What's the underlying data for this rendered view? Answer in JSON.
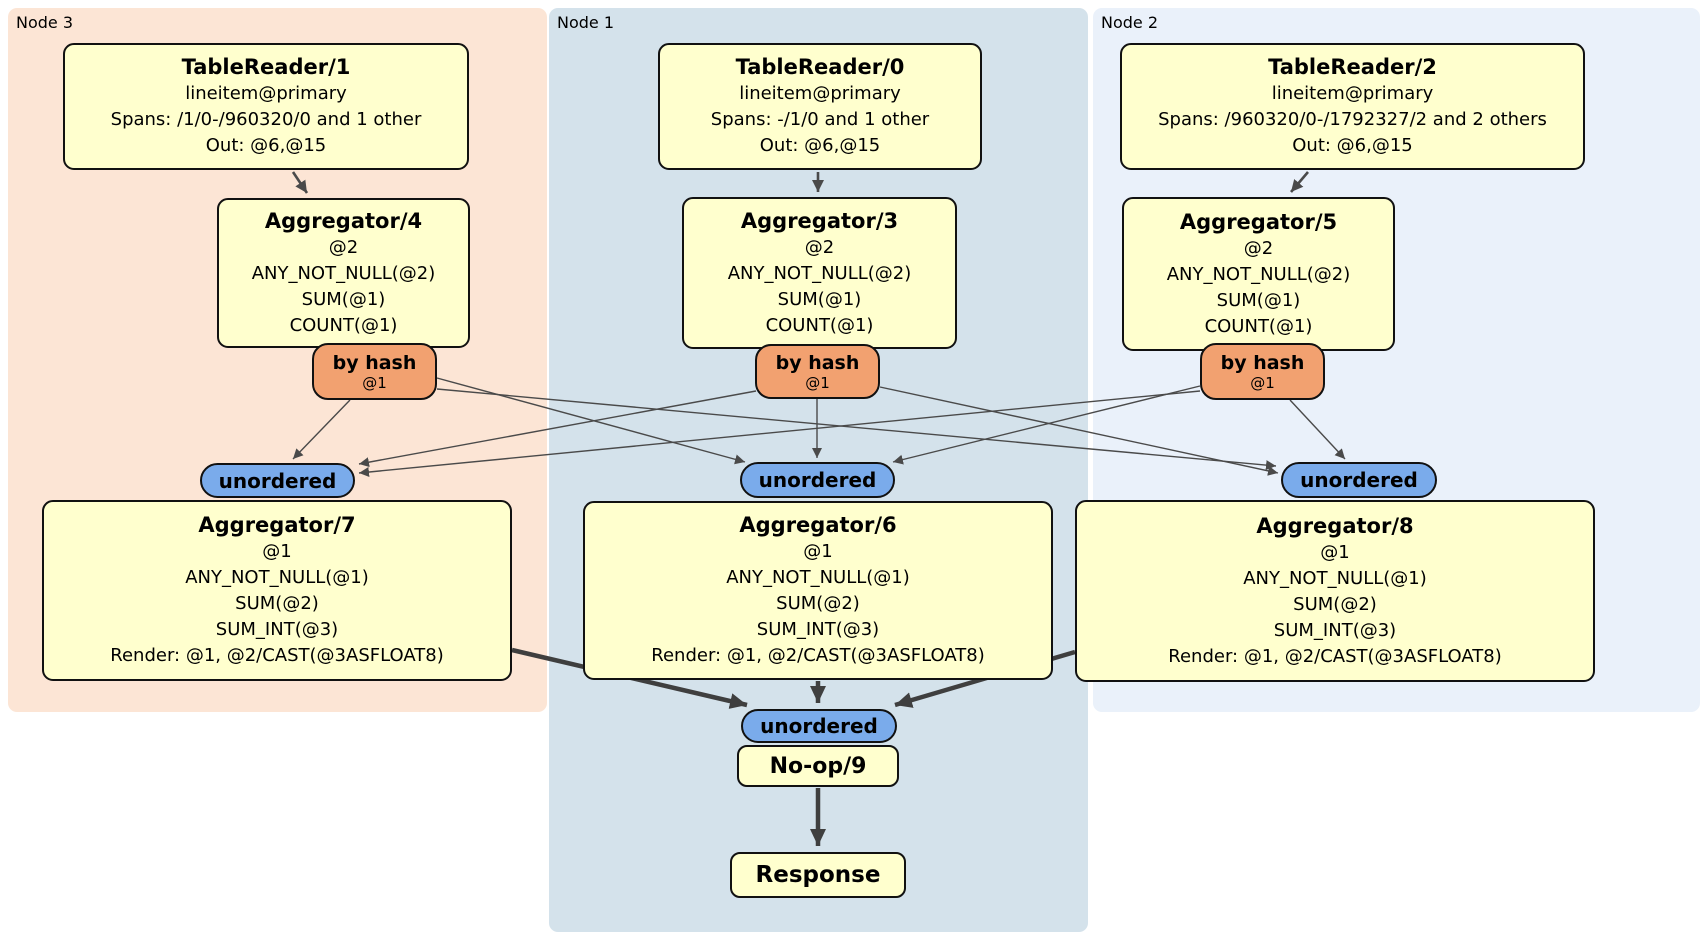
{
  "colors": {
    "node3-bg": "#fce5d5",
    "node1-bg": "#d4e2eb",
    "node2-bg": "#eaf1fa",
    "box-fill": "#ffffce",
    "router-fill": "#f2a170",
    "sync-fill": "#7aabeb",
    "edge-thin": "#4a4a4a",
    "edge-thick": "#3f3f3f"
  },
  "nodes": [
    {
      "label": "Node 3",
      "table_reader": {
        "title": "TableReader/1",
        "lines": [
          "lineitem@primary",
          "Spans: /1/0-/960320/0 and 1 other",
          "Out: @6,@15"
        ]
      },
      "aggregator": {
        "title": "Aggregator/4",
        "lines": [
          "@2",
          "ANY_NOT_NULL(@2)",
          "SUM(@1)",
          "COUNT(@1)"
        ]
      },
      "router": {
        "label": "by hash",
        "detail": "@1"
      },
      "sync": {
        "label": "unordered"
      },
      "final_aggregator": {
        "title": "Aggregator/7",
        "lines": [
          "@1",
          "ANY_NOT_NULL(@1)",
          "SUM(@2)",
          "SUM_INT(@3)",
          "Render: @1, @2/CAST(@3ASFLOAT8)"
        ]
      }
    },
    {
      "label": "Node 1",
      "table_reader": {
        "title": "TableReader/0",
        "lines": [
          "lineitem@primary",
          "Spans: -/1/0 and 1 other",
          "Out: @6,@15"
        ]
      },
      "aggregator": {
        "title": "Aggregator/3",
        "lines": [
          "@2",
          "ANY_NOT_NULL(@2)",
          "SUM(@1)",
          "COUNT(@1)"
        ]
      },
      "router": {
        "label": "by hash",
        "detail": "@1"
      },
      "sync": {
        "label": "unordered"
      },
      "final_aggregator": {
        "title": "Aggregator/6",
        "lines": [
          "@1",
          "ANY_NOT_NULL(@1)",
          "SUM(@2)",
          "SUM_INT(@3)",
          "Render: @1, @2/CAST(@3ASFLOAT8)"
        ]
      }
    },
    {
      "label": "Node 2",
      "table_reader": {
        "title": "TableReader/2",
        "lines": [
          "lineitem@primary",
          "Spans: /960320/0-/1792327/2 and 2 others",
          "Out: @6,@15"
        ]
      },
      "aggregator": {
        "title": "Aggregator/5",
        "lines": [
          "@2",
          "ANY_NOT_NULL(@2)",
          "SUM(@1)",
          "COUNT(@1)"
        ]
      },
      "router": {
        "label": "by hash",
        "detail": "@1"
      },
      "sync": {
        "label": "unordered"
      },
      "final_aggregator": {
        "title": "Aggregator/8",
        "lines": [
          "@1",
          "ANY_NOT_NULL(@1)",
          "SUM(@2)",
          "SUM_INT(@3)",
          "Render: @1, @2/CAST(@3ASFLOAT8)"
        ]
      }
    }
  ],
  "final": {
    "sync": {
      "label": "unordered"
    },
    "noop": {
      "title": "No-op/9"
    },
    "response": {
      "title": "Response"
    }
  }
}
